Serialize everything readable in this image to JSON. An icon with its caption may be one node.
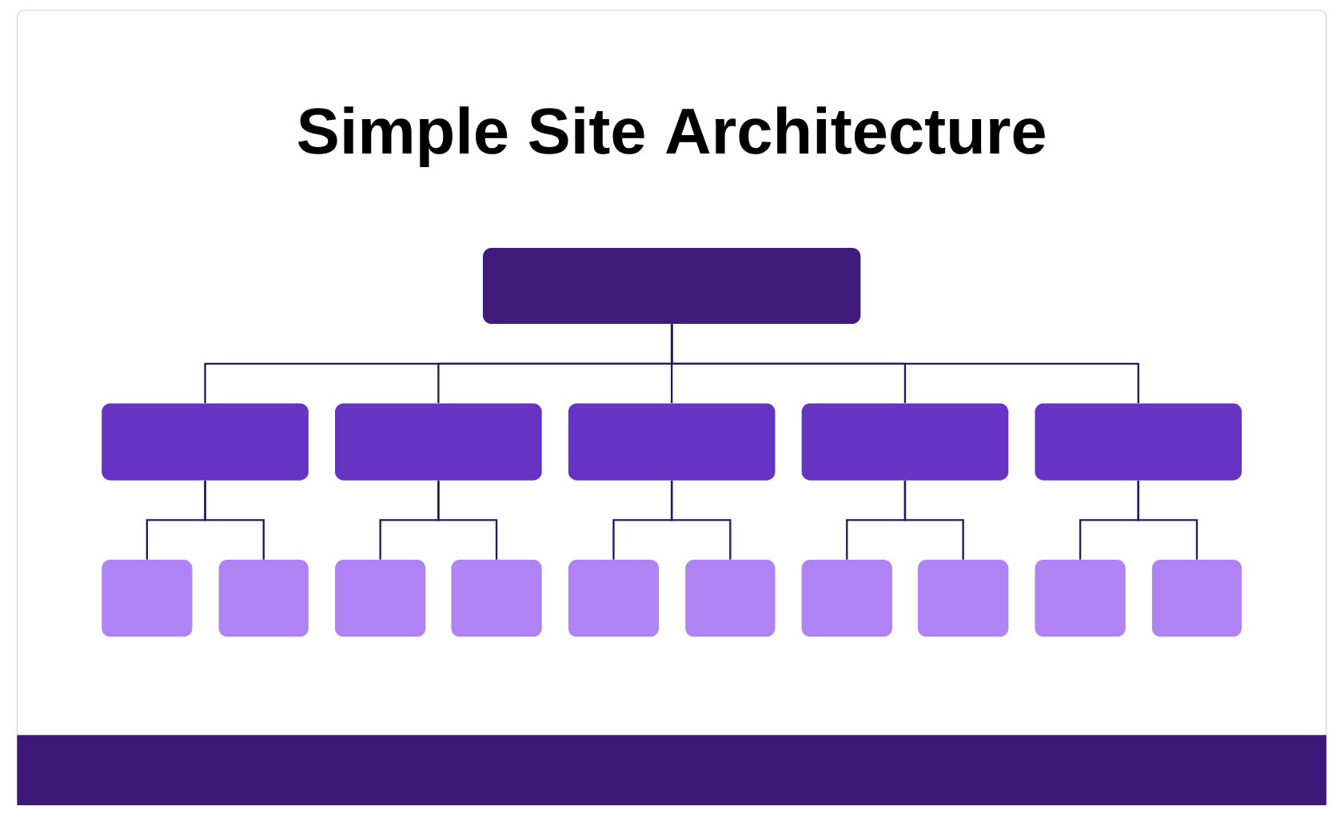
{
  "diagram": {
    "title": "Simple Site Architecture",
    "nodes": [
      {
        "text": [],
        "shape": "box"
      },
      {
        "text": [],
        "shape": "box"
      },
      {
        "text": [],
        "shape": "box"
      },
      {
        "text": [],
        "shape": "box"
      },
      {
        "text": [],
        "shape": "box"
      },
      {
        "text": [],
        "shape": "box"
      },
      {
        "text": [],
        "shape": "box"
      },
      {
        "text": [],
        "shape": "box"
      },
      {
        "text": [],
        "shape": "box"
      },
      {
        "text": [],
        "shape": "box"
      },
      {
        "text": [],
        "shape": "box"
      },
      {
        "text": [],
        "shape": "box"
      },
      {
        "text": [],
        "shape": "box"
      },
      {
        "text": [],
        "shape": "box"
      },
      {
        "text": [],
        "shape": "box"
      },
      {
        "text": [],
        "shape": "box"
      }
    ],
    "edges": [
      {
        "from": 0,
        "to": 1,
        "arrow": "none"
      },
      {
        "from": 0,
        "to": 2,
        "arrow": "none"
      },
      {
        "from": 0,
        "to": 3,
        "arrow": "none"
      },
      {
        "from": 0,
        "to": 4,
        "arrow": "none"
      },
      {
        "from": 0,
        "to": 5,
        "arrow": "none"
      },
      {
        "from": 1,
        "to": 6,
        "arrow": "none"
      },
      {
        "from": 1,
        "to": 7,
        "arrow": "none"
      },
      {
        "from": 2,
        "to": 8,
        "arrow": "none"
      },
      {
        "from": 2,
        "to": 9,
        "arrow": "none"
      },
      {
        "from": 3,
        "to": 10,
        "arrow": "none"
      },
      {
        "from": 3,
        "to": 11,
        "arrow": "none"
      },
      {
        "from": 4,
        "to": 12,
        "arrow": "none"
      },
      {
        "from": 4,
        "to": 13,
        "arrow": "none"
      },
      {
        "from": 5,
        "to": 14,
        "arrow": "none"
      },
      {
        "from": 5,
        "to": 15,
        "arrow": "none"
      }
    ]
  }
}
